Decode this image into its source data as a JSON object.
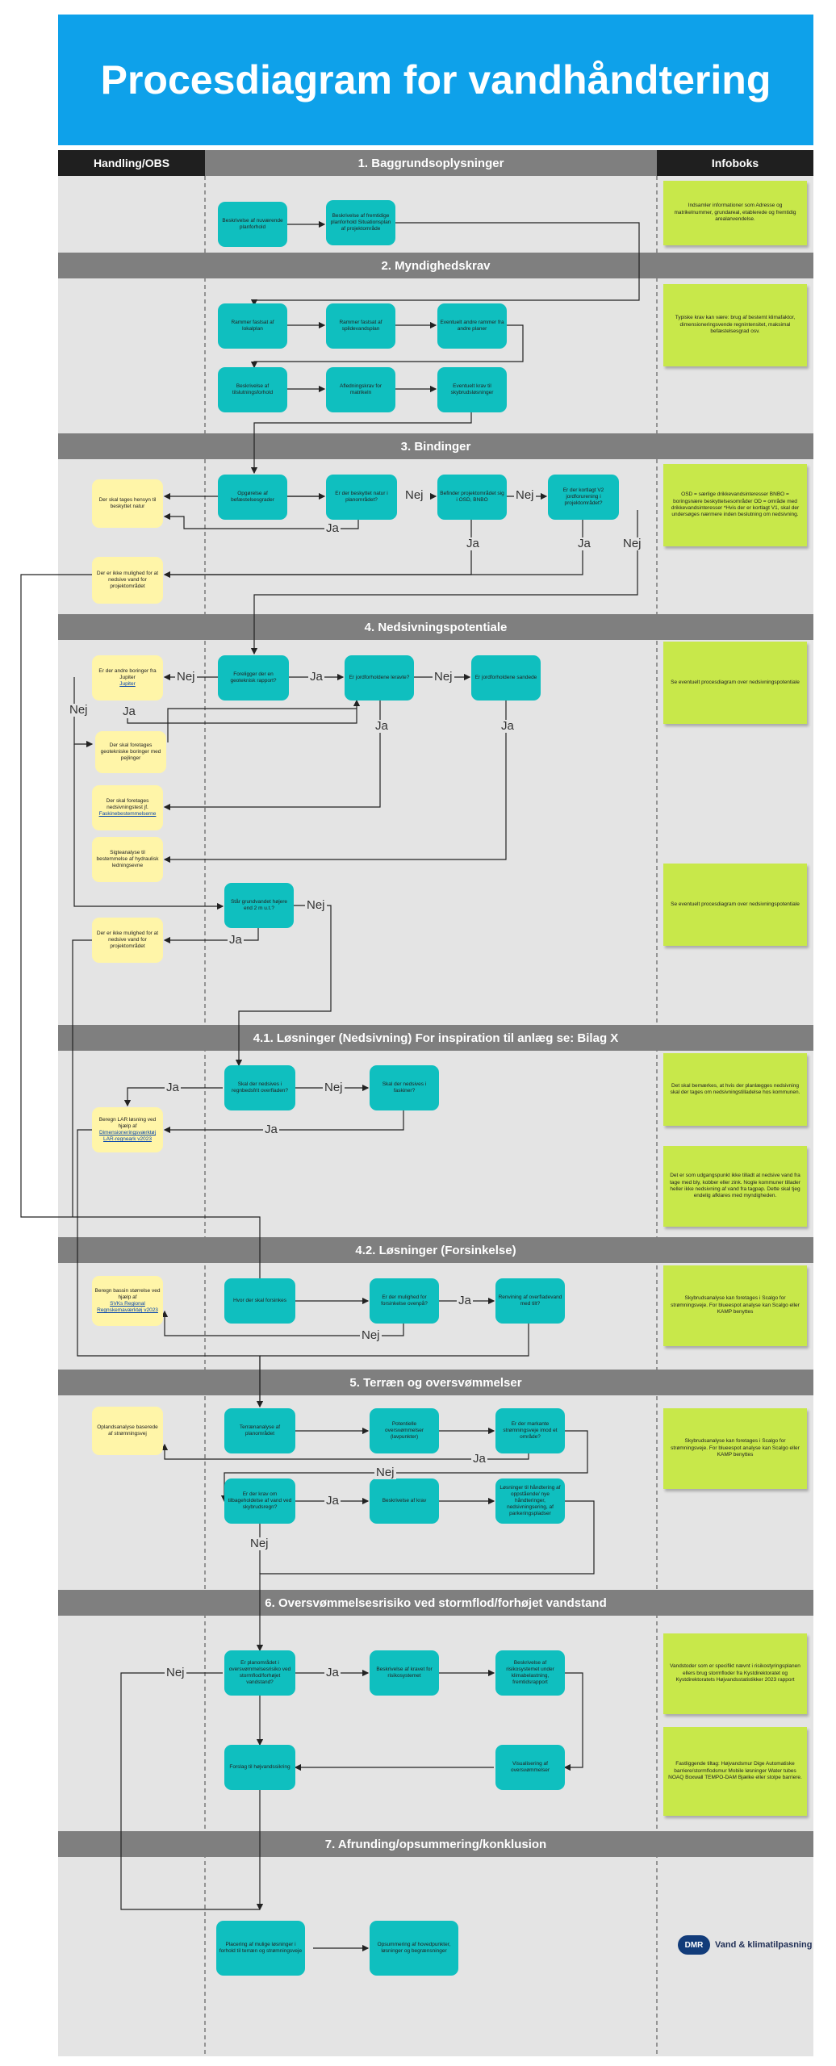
{
  "title": "Procesdiagram for vandhåndtering",
  "columns": {
    "left": "Handling/OBS",
    "center": "1.   Baggrundsoplysninger",
    "right": "Infoboks"
  },
  "sections": [
    {
      "label": "2. Myndighedskrav"
    },
    {
      "label": "3. Bindinger"
    },
    {
      "label": "4. Nedsivningspotentiale"
    },
    {
      "label": "4.1. Løsninger (Nedsivning) For inspiration til anlæg se: Bilag X"
    },
    {
      "label": "4.2. Løsninger (Forsinkelse)"
    },
    {
      "label": "5. Terræn og oversvømmelser"
    },
    {
      "label": "6. Oversvømmelsesrisiko ved stormflod/forhøjet vandstand"
    },
    {
      "label": "7. Afrunding/opsummering/konklusion"
    }
  ],
  "boxes": {
    "b1": "Beskrivelse af nuværende planforhold",
    "b2": "Beskrivelse af fremtidige planforhold Situationsplan af projektområde",
    "m1": "Rammer fastsat af lokalplan",
    "m2": "Rammer fastsat af spildevandsplan",
    "m3": "Eventuelt andre rammer fra andre planer",
    "m4": "Beskrivelse af tilslutningsforhold",
    "m5": "Afledningskrav for matrikeln",
    "m6": "Eventuelt krav til skybrudsløsninger",
    "bi1": "Opgørelse af befæstelsesgrader",
    "bi2": "Er der beskyttet natur i planområdet?",
    "bi3": "Befinder projektområdet sig i OSD, BNBO",
    "bi4": "Er der kortlagt V2 jordforurening i projektområdet?",
    "biy1": "Der skal tages hensyn til beskyttet natur",
    "biy2": "Der er ikke mulighed for at nedsive vand for projektområdet",
    "n1": "Foreligger der en geoteknisk rapport?",
    "n2": "Er jordforholdene leravte?",
    "n3": "Er jordforholdene sandede",
    "ny1": "Er der andre boringer fra Jupiter",
    "ny1_link": "Jupiter",
    "ny2": "Der skal foretages geotekniske boringer med pejlinger",
    "ny3": "Der skal foretages nedsivningstest jf.",
    "ny3_link": "Faskinebestemmelserne",
    "ny4": "Sigteanalyse til bestemmelse af hydraulisk ledningsevne",
    "n4": "Står grundvandet højere end 2 m u.t.?",
    "ny5": "Der er ikke mulighed for at nedsive vand for projektområdet",
    "l1": "Skal der nedsives i regnbedsfrit overfladen?",
    "l2": "Skal der nedsives i faskiner?",
    "ly1": "Beregn LAR løsning ved hjælp af",
    "ly1_link": "Dimensioneringsværktøj LAR-regneark v2023",
    "f1": "Hvor der skal forsinkes",
    "f2": "Er der mulighed for forsinkelse ovenpå?",
    "f3": "Renvining af overfladevand med tilt?",
    "fy1": "Beregn bassin størrelse ved hjælp af",
    "fy1_link": "SVKs Regional Regnskemaværktøj v2023",
    "t1": "Terrænanalyse af planområdet",
    "t2": "Potentielle oversvømmelser (lavpunkter)",
    "t3": "Er der markante strømningsveje imod et område?",
    "ty1": "Oplandsanalyse baserede af strømningsvej",
    "t4": "Er der krav om tilbageholdelse af vand ved skybrudsregn?",
    "t5": "Beskrivelse af krav",
    "t6": "Løsninger til håndtering af oppstående/ nye håndteringer, nedsivningsering, af parkeringspladser",
    "s1": "Er planområdet i oversvømmelsesrisiko ved stormflod/forhøjet vandstand?",
    "s2": "Beskrivelse af kravet for risikosystemet",
    "s3": "Beskrivelse af risikosystemet under klimabelastning, fremtidsrapport",
    "s4": "Forslag til højvandssikring",
    "s5": "Visualisering af oversvømmelser",
    "a1": "Placering af mulige løsninger i forhold til terræn og strømningsveje",
    "a2": "Opsummering af hovedpunkter, løsninger og begrænsninger"
  },
  "notes": {
    "i1": "Indsamler informationer som Adresse og matrikelnummer, grundareal, etablerede og fremtidig arealanvendelse.",
    "i2": "Typiske krav kan være: brug af bestemt klimafaktor, dimensioneringsvende regnintensitet, maksimal befæstelsesgrad osv.",
    "i3": "OSD = særlige drikkevandsinteresser BNBO = boringsnære beskyttelsesområder OD = område med drikkevandsinteresser *Hvis der er kortlagt V1, skal der undersøges nærmere inden beslutning om nedsivning.",
    "i4": "Se eventuelt procesdiagram over nedsivningspotentiale",
    "i5": "Se eventuelt procesdiagram over nedsivningspotentiale",
    "i6": "Det skal bemærkes, at hvis der planlægges nedsivning skal der tages om nedsivningstilladelse hos kommunen.",
    "i7": "Det er som udgangspunkt ikke tilladt at nedsive vand fra tage med bly, kobber eller zink. Nogle kommuner tillader heller ikke nedsivning af vand fra tagpap. Dette skal tjeg endelig afklares med myndigheden.",
    "i8": "Skybrudsanalyse kan foretages i Scalgo for strømningsveje. For blueespot analyse kan Scalgo eller KAMP benyttes",
    "i9": "Skybrudsanalyse kan foretages i Scalgo for strømningsveje. For blueespot analyse kan Scalgo eller KAMP benyttes",
    "i10": "Vandstoder som er specifikt nævnt i risikostyringsplanen ellers brug stormfloder fra Kystdirektoratet og Kystdirektoratets Højvandsstatistikker 2023 rapport",
    "i11": "Fastliggende tiltag: Højvandsmur Dige Automatiske barriere/stormflodsmur Mobile løsninger Water tubes NOAQ Boxwall TEMPO-DAM Bjælke eller stolpe barriere."
  },
  "labels": {
    "ja": "Ja",
    "nej": "Nej"
  },
  "logo": {
    "badge": "DMR",
    "text": "Vand & klimatilpasning"
  },
  "colors": {
    "title_bg": "#0ea1ea",
    "header_bg": "#1f1f1f",
    "section_bg": "#7f7f7f",
    "process": "#0fbfbf",
    "action": "#fff5a8",
    "note": "#c8e84a"
  }
}
